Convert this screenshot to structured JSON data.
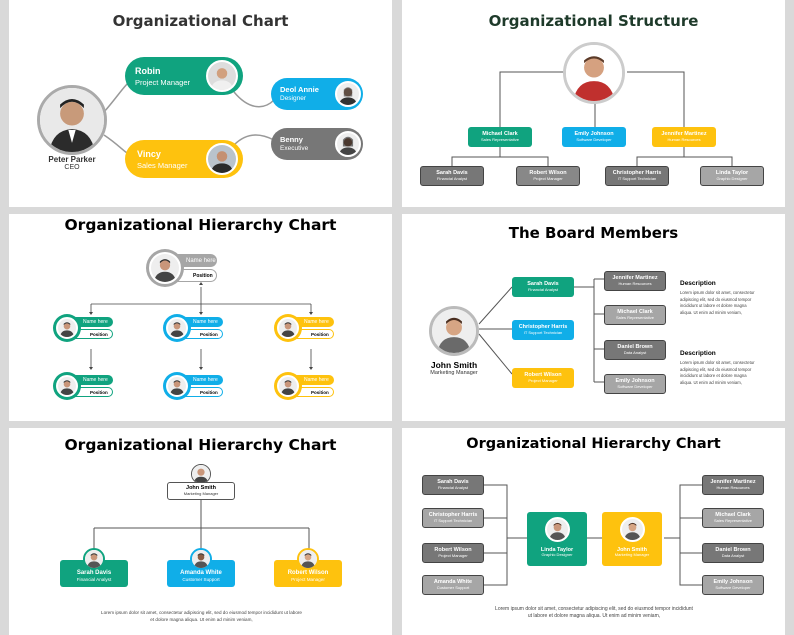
{
  "colors": {
    "green": "#10a37f",
    "blue": "#10aee8",
    "yellow": "#fec20e",
    "gray": "#8a8a8a",
    "darkgray": "#777777",
    "lightgray": "#a6a6a6"
  },
  "s1": {
    "title": "Organizational Chart",
    "ceo": {
      "name": "Peter Parker",
      "role": "CEO"
    },
    "robin": {
      "name": "Robin",
      "role": "Project Manager"
    },
    "vincy": {
      "name": "Vincy",
      "role": "Sales Manager"
    },
    "deol": {
      "name": "Deol Annie",
      "role": "Designer"
    },
    "benny": {
      "name": "Benny",
      "role": "Executive"
    }
  },
  "s2": {
    "title": "Organizational Structure",
    "mid": [
      {
        "name": "Michael Clark",
        "role": "Sales Representative"
      },
      {
        "name": "Emily Johnson",
        "role": "Software Developer"
      },
      {
        "name": "Jennifer Martinez",
        "role": "Human Resources"
      }
    ],
    "bottom": [
      {
        "name": "Sarah Davis",
        "role": "Financial Analyst"
      },
      {
        "name": "Robert Wilson",
        "role": "Project Manager"
      },
      {
        "name": "Christopher Harris",
        "role": "IT Support Technician"
      },
      {
        "name": "Linda Taylor",
        "role": "Graphic Designer"
      }
    ]
  },
  "s3": {
    "title": "Organizational Hierarchy Chart",
    "name_label": "Name here",
    "position_label": "Position"
  },
  "s4": {
    "title": "The Board Members",
    "main": {
      "name": "John Smith",
      "role": "Marketing Manager"
    },
    "mid": [
      {
        "name": "Sarah Davis",
        "role": "Financial Analyst"
      },
      {
        "name": "Christopher Harris",
        "role": "IT Support Technician"
      },
      {
        "name": "Robert Wilson",
        "role": "Project Manager"
      }
    ],
    "right": [
      {
        "name": "Jennifer Martinez",
        "role": "Human Resources"
      },
      {
        "name": "Michael Clark",
        "role": "Sales Representative"
      },
      {
        "name": "Daniel Brown",
        "role": "Data Analyst"
      },
      {
        "name": "Emily Johnson",
        "role": "Software Developer"
      }
    ],
    "desc_title": "Description",
    "desc_text": "Lorem ipsum dolor sit amet, consectetur adipiscing elit, sed do eiusmod tempor incididunt ut labore et dolore magna aliqua. Ut enim ad minim veniam,"
  },
  "s5": {
    "title": "Organizational Hierarchy Chart",
    "top": {
      "name": "John Smith",
      "role": "Marketing Manager"
    },
    "bottom": [
      {
        "name": "Sarah Davis",
        "role": "Financial Analyst"
      },
      {
        "name": "Amanda White",
        "role": "Customer Support"
      },
      {
        "name": "Robert Wilson",
        "role": "Project Manager"
      }
    ],
    "lorem": "Lorem ipsum dolor sit amet, consectetur adipiscing elit, sed do eiusmod tempor incididunt ut labore et dolore magna aliqua. Ut enim ad minim veniam,"
  },
  "s6": {
    "title": "Organizational Hierarchy Chart",
    "left": [
      {
        "name": "Sarah Davis",
        "role": "Financial Analyst"
      },
      {
        "name": "Christopher Harris",
        "role": "IT Support Technician"
      },
      {
        "name": "Robert Wilson",
        "role": "Project Manager"
      },
      {
        "name": "Amanda White",
        "role": "Customer Support"
      }
    ],
    "center_left": {
      "name": "Linda Taylor",
      "role": "Graphic Designer"
    },
    "center_right": {
      "name": "John Smith",
      "role": "Marketing Manager"
    },
    "right": [
      {
        "name": "Jennifer Martinez",
        "role": "Human Resources"
      },
      {
        "name": "Michael Clark",
        "role": "Sales Representative"
      },
      {
        "name": "Daniel Brown",
        "role": "Data Analyst"
      },
      {
        "name": "Emily Johnson",
        "role": "Software Developer"
      }
    ],
    "lorem": "Lorem ipsum dolor sit amet, consectetur adipiscing elit, sed do eiusmod tempor incididunt ut labore et dolore magna aliqua. Ut enim ad minim veniam,"
  }
}
